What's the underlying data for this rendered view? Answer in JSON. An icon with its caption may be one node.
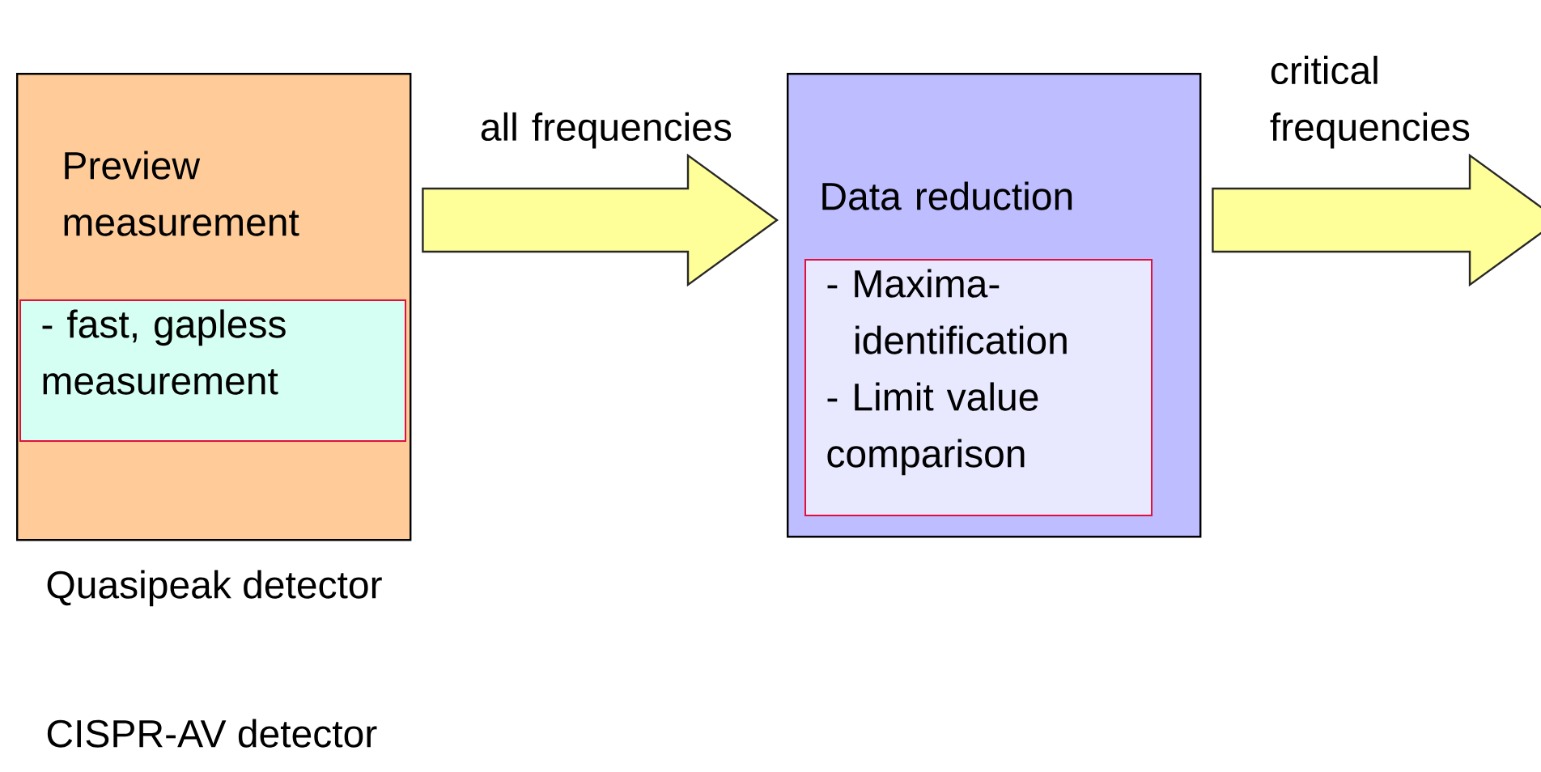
{
  "diagram": {
    "nodes": [
      {
        "text": [
          "Preview measurement"
        ]
      },
      {
        "text": [
          "- fast, gapless measurement"
        ],
        "in": 0
      },
      {
        "text": [
          "Data reduction"
        ]
      },
      {
        "text": [
          "- Maxima-identification",
          "- Limit value comparison"
        ],
        "in": 2
      }
    ],
    "edges": [
      {
        "from": 0,
        "to": 2,
        "arrow": "to",
        "label": "all frequencies"
      },
      {
        "from": 2,
        "to": null,
        "arrow": "to",
        "label": "critical frequencies"
      }
    ],
    "labels": [
      "Quasipeak detector",
      "CISPR-AV detector"
    ]
  }
}
